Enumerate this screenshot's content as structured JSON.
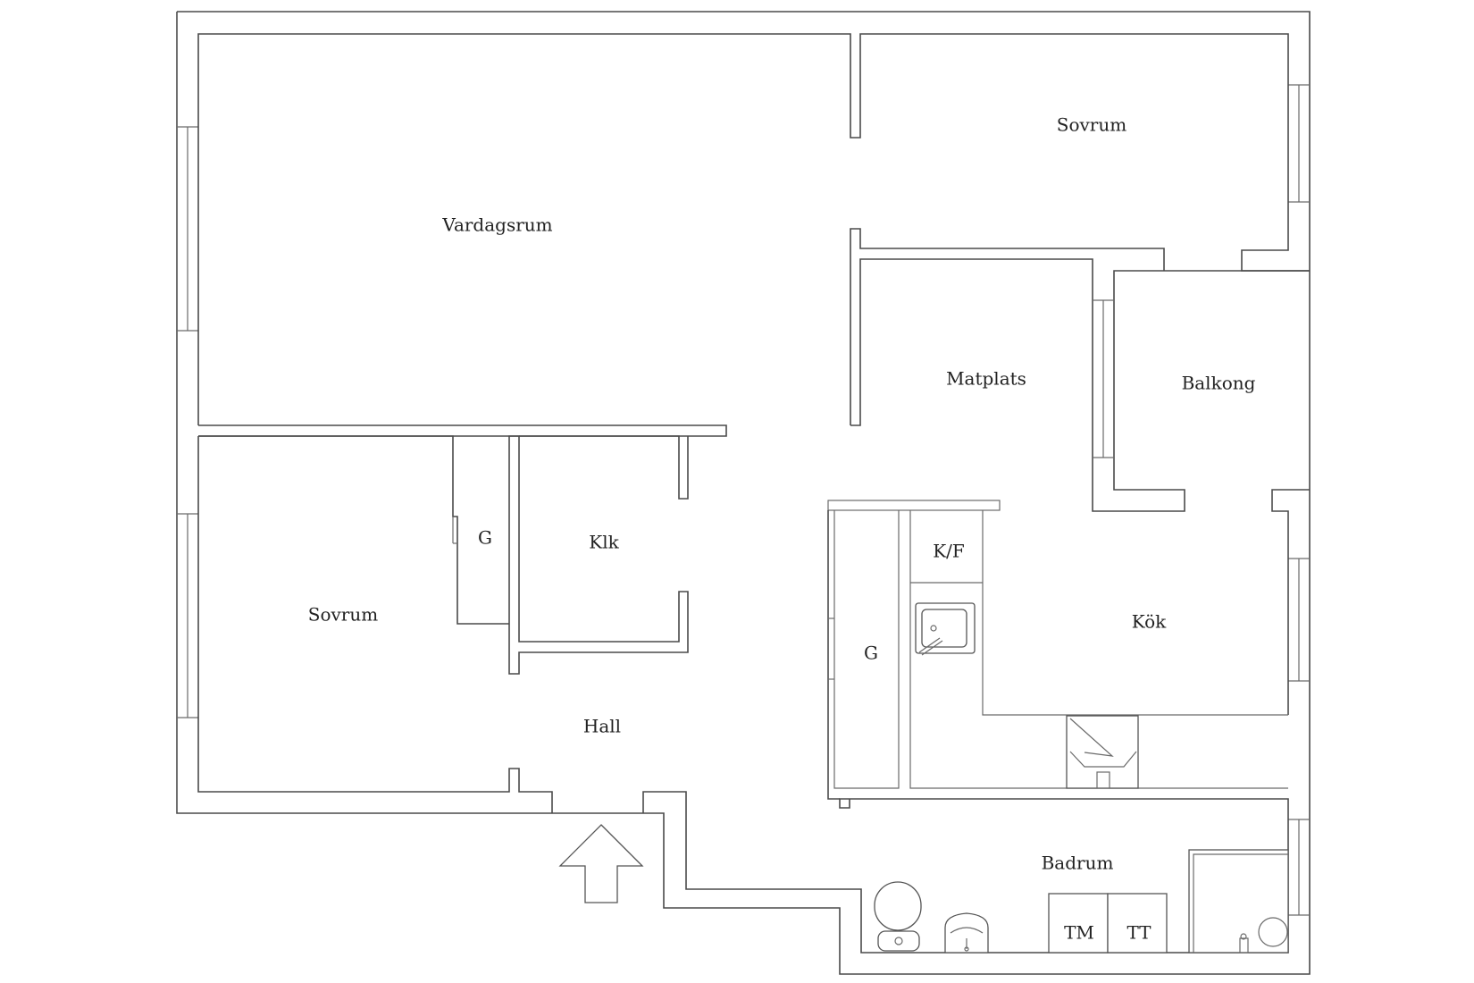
{
  "rooms": {
    "vardagsrum": "Vardagsrum",
    "sovrum_top": "Sovrum",
    "matplats": "Matplats",
    "balkong": "Balkong",
    "sovrum_left": "Sovrum",
    "garderob_left": "G",
    "klk": "Klk",
    "hall": "Hall",
    "garderob_kitchen": "G",
    "kf": "K/F",
    "kok": "Kök",
    "badrum": "Badrum",
    "tm": "TM",
    "tt": "TT"
  }
}
